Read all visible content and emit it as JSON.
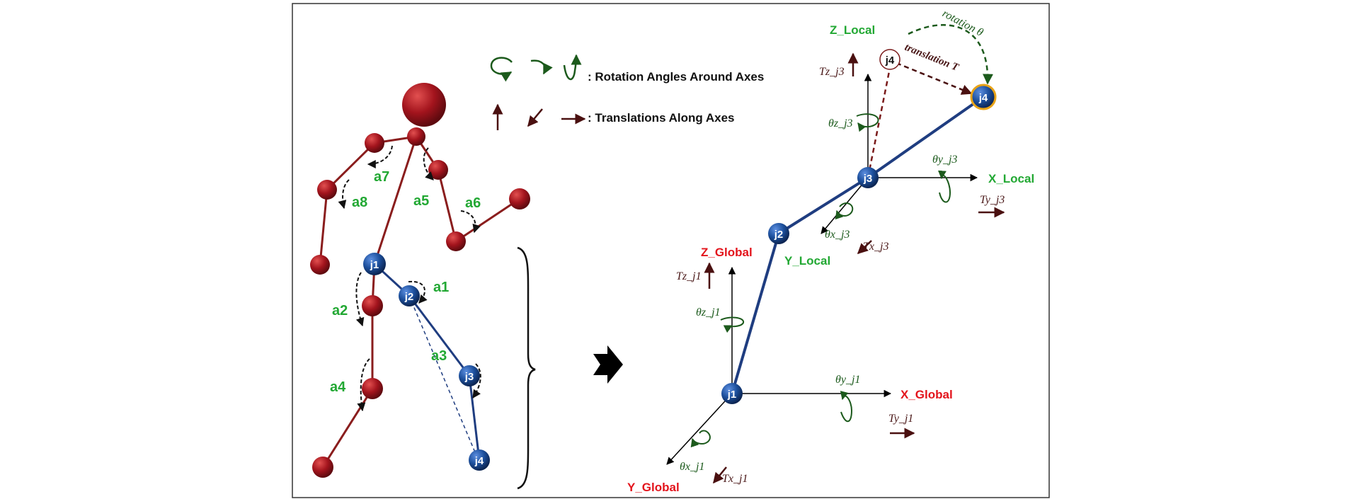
{
  "legend": {
    "rotation_text": ":  Rotation Angles Around Axes",
    "translation_text": ":  Translations Along Axes"
  },
  "figure": {
    "angles": {
      "a1": "a1",
      "a2": "a2",
      "a3": "a3",
      "a4": "a4",
      "a5": "a5",
      "a6": "a6",
      "a7": "a7",
      "a8": "a8"
    },
    "joints": {
      "j1": "j1",
      "j2": "j2",
      "j3": "j3",
      "j4": "j4"
    }
  },
  "axes": {
    "x_global": "X_Global",
    "y_global": "Y_Global",
    "z_global": "Z_Global",
    "x_local": "X_Local",
    "y_local": "Y_Local",
    "z_local": "Z_Local"
  },
  "params": {
    "tz_j1": "Tz_j1",
    "theta_z_j1": "θz_j1",
    "theta_y_j1": "θy_j1",
    "ty_j1": "Ty_j1",
    "theta_x_j1": "θx_j1",
    "tx_j1": "Tx_j1",
    "tz_j3": "Tz_j3",
    "theta_z_j3": "θz_j3",
    "theta_y_j3": "θy_j3",
    "ty_j3": "Ty_j3",
    "theta_x_j3": "θx_j3",
    "tx_j3": "Tx_j3"
  },
  "motion": {
    "rotation": "rotation θ",
    "translation": "translation T"
  },
  "colors": {
    "red_joint": "#a3141d",
    "blue_joint": "#1c4f9c",
    "limb_red": "#8a1d1d",
    "chain_blue": "#1f3d80",
    "label_green": "#22a833",
    "label_red": "#e3141c"
  }
}
